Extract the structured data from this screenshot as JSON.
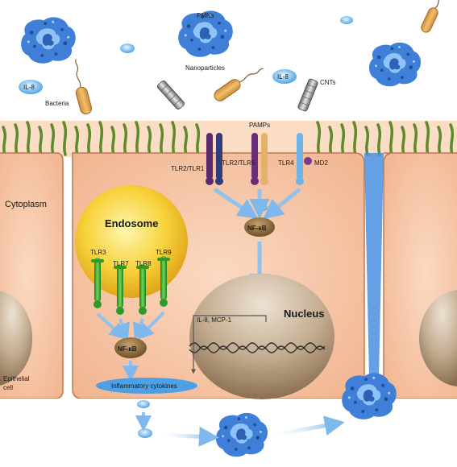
{
  "labels": {
    "pmns": "PMNs",
    "nanoparticles": "Nanoparticles",
    "il8_left": "IL-8",
    "il8_right": "IL-8",
    "bacteria": "Bacteria",
    "cnts": "CNTs",
    "pamps": "PAMPs",
    "tlr2_tlr1": "TLR2/TLR1",
    "tlr2_tlr6": "TLR2/TLR6",
    "tlr4": "TLR4",
    "md2": "MD2",
    "cytoplasm": "Cytoplasm",
    "endosome": "Endosome",
    "tlr3": "TLR3",
    "tlr7": "TLR7",
    "tlr8": "TLR8",
    "tlr9": "TLR9",
    "nfkb_top": "NF-κB",
    "nfkb_bottom": "NF-κB",
    "nucleus": "Nucleus",
    "gene_products": "IL-8, MCP-1",
    "epithelial_line1": "Epithelial",
    "epithelial_line2": "cell",
    "inflammatory_cytokines": "Inflammatory cytokines"
  },
  "colors": {
    "cell_fill": "#f6c6a8",
    "cell_stroke": "#b87a55",
    "pmn_fill": "#3f7fd8",
    "endosome_fill": "#f3c62c",
    "tlr_green": "#3db532",
    "tlr_purple": "#6b2d7a",
    "nfkb_fill": "#8a6a3e",
    "nucleus_fill": "#c9b49a",
    "arrow_blue": "#8fc2ef",
    "cilia_green": "#5f8a2b"
  }
}
